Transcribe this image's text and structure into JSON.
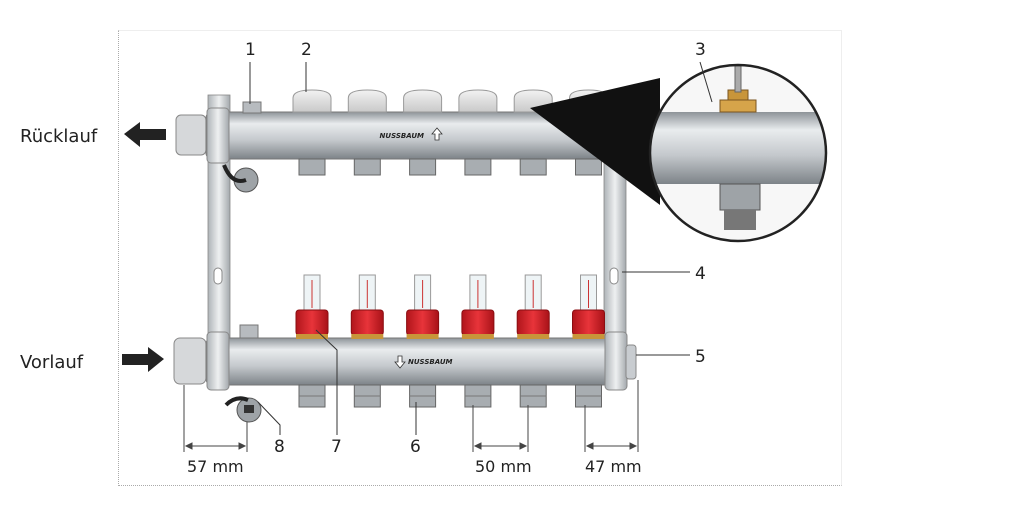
{
  "labels": {
    "return": "Rücklauf",
    "flow": "Vorlauf",
    "callouts": [
      "1",
      "2",
      "3",
      "4",
      "5",
      "6",
      "7",
      "8"
    ],
    "dimensions": {
      "left": "57 mm",
      "spacing": "50 mm",
      "right": "47 mm"
    },
    "brand": "NUSSBAUM"
  },
  "circuits": 6,
  "colors": {
    "flowmeter": "#d8232a",
    "pipe": "#c9cdd1",
    "brass": "#c8953a",
    "arrow": "#222222"
  }
}
